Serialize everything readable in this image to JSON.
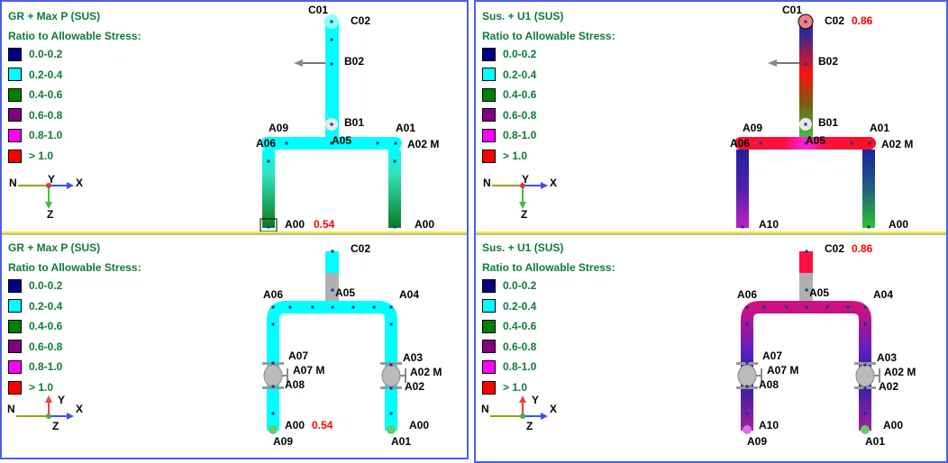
{
  "legend": {
    "heading": "Ratio to Allowable Stress:",
    "items": [
      {
        "label": "0.0-0.2",
        "color": "#000080"
      },
      {
        "label": "0.2-0.4",
        "color": "#00ffff"
      },
      {
        "label": "0.4-0.6",
        "color": "#008000"
      },
      {
        "label": "0.6-0.8",
        "color": "#800080"
      },
      {
        "label": "0.8-1.0",
        "color": "#ff00ff"
      },
      {
        "label": "> 1.0",
        "color": "#ff0000"
      }
    ]
  },
  "axes": {
    "n": "N",
    "x": "X",
    "y": "Y",
    "z": "Z"
  },
  "panels": [
    {
      "title": "GR + Max P  (SUS)",
      "view": "front",
      "labels": {
        "c01": "C01",
        "c02": "C02",
        "b02": "B02",
        "b01": "B01",
        "a09": "A09",
        "a06": "A06",
        "a05": "A05",
        "a01": "A01",
        "am": "A02 M",
        "leftbottom": "A00",
        "a00": "A00"
      },
      "max_ratio": "0.54",
      "scheme": "cyan"
    },
    {
      "title": "GR + Max P  (SUS)",
      "view": "top",
      "labels": {
        "c02": "C02",
        "a06": "A06",
        "a05": "A05",
        "a04": "A04",
        "a07": "A07",
        "a07m": "A07 M",
        "a08": "A08",
        "a03": "A03",
        "a02m": "A02 M",
        "a02": "A02",
        "leftbottom": "A00",
        "a09": "A09",
        "a00": "A00",
        "a01": "A01"
      },
      "max_ratio": "0.54",
      "scheme": "cyan"
    },
    {
      "title": "Sus. + U1  (SUS)",
      "view": "front",
      "labels": {
        "c01": "C01",
        "c02": "C02",
        "b02": "B02",
        "b01": "B01",
        "a09": "A09",
        "a06": "A06",
        "a05": "A05",
        "a01": "A01",
        "am": "A02 M",
        "leftbottom": "A10",
        "a00": "A00"
      },
      "max_ratio": "0.86",
      "scheme": "hot"
    },
    {
      "title": "Sus. + U1  (SUS)",
      "view": "top",
      "labels": {
        "c02": "C02",
        "a06": "A06",
        "a05": "A05",
        "a04": "A04",
        "a07": "A07",
        "a07m": "A07 M",
        "a08": "A08",
        "a03": "A03",
        "a02m": "A02 M",
        "a02": "A02",
        "leftbottom": "A10",
        "a09": "A09",
        "a00": "A00",
        "a01": "A01"
      },
      "max_ratio": "0.86",
      "scheme": "hot"
    }
  ]
}
